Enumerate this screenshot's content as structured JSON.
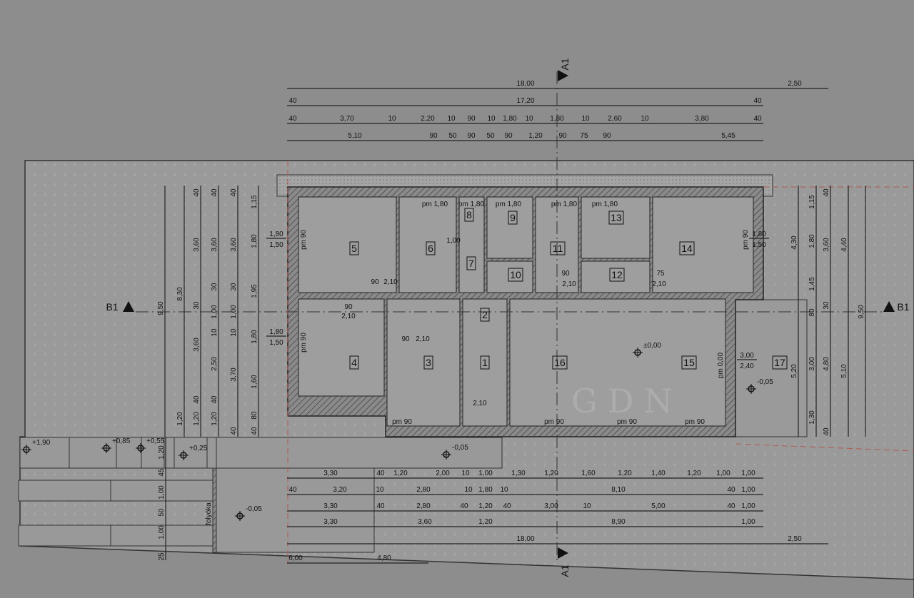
{
  "colors": {
    "background": "#8d8d8d",
    "site": "#9a9a9a",
    "room": "#9e9e9e",
    "wall": "#555555",
    "boundary_dash": "#b05a50"
  },
  "watermark": "GDN",
  "section_markers": {
    "a_top": "A1",
    "a_bottom": "A1",
    "b_left": "B1",
    "b_right": "B1"
  },
  "dims": {
    "top": [
      [
        "18,00",
        "2,50"
      ],
      [
        "40",
        "17,20",
        "40"
      ],
      [
        "40",
        "3,70",
        "10",
        "2,20",
        "10",
        "90",
        "10",
        "1,80",
        "10",
        "1,80",
        "10",
        "2,60",
        "10",
        "3,80",
        "40"
      ],
      [
        "5,10",
        "90",
        "50",
        "90",
        "50",
        "90",
        "1,20",
        "90",
        "75",
        "90",
        "5,45"
      ]
    ],
    "bottom": [
      [
        "3,30",
        "40",
        "1,20",
        "2,00",
        "10",
        "1,00",
        "1,30",
        "1,20",
        "1,60",
        "1,20",
        "1,40",
        "1,20",
        "1,00",
        "1,00"
      ],
      [
        "40",
        "3,20",
        "10",
        "2,80",
        "10",
        "1,80",
        "10",
        "8,10",
        "40",
        "1,00"
      ],
      [
        "3,30",
        "40",
        "2,80",
        "40",
        "1,20",
        "40",
        "3,00",
        "10",
        "5,00",
        "40",
        "1,00"
      ],
      [
        "3,30",
        "3,60",
        "1,20",
        "8,90",
        "1,00"
      ],
      [
        "18,00",
        "2,50"
      ],
      [
        "6,00",
        "4,80"
      ]
    ],
    "left": [
      [
        "9,50"
      ],
      [
        "8,30",
        "1,20"
      ],
      [
        "40",
        "3,60",
        "30",
        "3,60",
        "40",
        "1,20"
      ],
      [
        "40",
        "3,60",
        "30",
        "1,00",
        "10",
        "2,50",
        "40",
        "1,20"
      ],
      [
        "40",
        "3,60",
        "30",
        "1,00",
        "10",
        "3,70",
        "40"
      ],
      [
        "1,15",
        "1,80",
        "1,95",
        "1,80",
        "1,60",
        "80",
        "40"
      ]
    ],
    "right": [
      [
        "4,30",
        "5,20"
      ],
      [
        "1,15",
        "1,80",
        "1,45",
        "80",
        "3,00",
        "1,30"
      ],
      [
        "40",
        "3,60",
        "30",
        "4,80",
        "40"
      ],
      [
        "4,40",
        "5,10"
      ],
      [
        "9,50"
      ]
    ],
    "terrace": [
      "1,20",
      "45",
      "1,00",
      "50",
      "1,00",
      "25"
    ]
  },
  "windows": [
    {
      "w": "1,80",
      "h": "1,50"
    },
    {
      "w": "1,80",
      "h": "1,50"
    },
    {
      "w": "1,80",
      "h": "1,50"
    },
    {
      "w": "3,00",
      "h": "2,40"
    }
  ],
  "parapets": {
    "top": [
      "pm 1,80",
      "pm 1,80",
      "pm 1,80",
      "pm 1,80",
      "pm 1,80"
    ],
    "bottom": [
      "pm 90",
      "pm 90",
      "pm 90",
      "pm 90"
    ],
    "side": [
      "pm 90",
      "pm 90",
      "pm 90",
      "pm 0,00"
    ]
  },
  "rooms": [
    "1",
    "2",
    "3",
    "4",
    "5",
    "6",
    "7",
    "8",
    "9",
    "10",
    "11",
    "12",
    "13",
    "14",
    "15",
    "16",
    "17"
  ],
  "levels": {
    "main": "±0,00",
    "terrace_right": "-0,05",
    "entrance": "-0,05",
    "parking": "-0,05",
    "step1": "+1,90",
    "step2": "+0,85",
    "step3": "+0,55",
    "step4": "+0,25"
  },
  "gutter_label": "folyóka",
  "doors": [
    "90",
    "2,10",
    "90",
    "2,10",
    "90",
    "2,10",
    "90",
    "2,10",
    "75",
    "2,10",
    "1,00",
    "2,10"
  ]
}
